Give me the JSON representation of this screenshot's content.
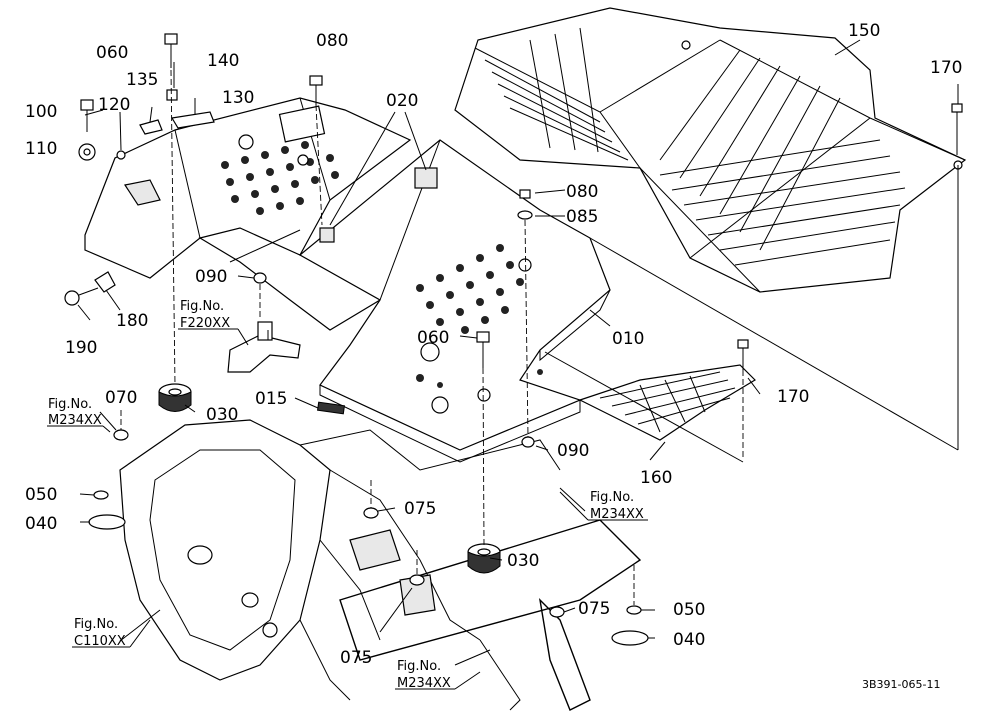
{
  "parts": {
    "p060a": "060",
    "p140": "140",
    "p135": "135",
    "p130": "130",
    "p100": "100",
    "p120": "120",
    "p110": "110",
    "p080a": "080",
    "p020": "020",
    "p150": "150",
    "p170a": "170",
    "p080b": "080",
    "p085": "085",
    "p090a": "090",
    "p190": "190",
    "p180": "180",
    "p010": "010",
    "p060b": "060",
    "p070": "070",
    "p030a": "030",
    "p015": "015",
    "p170b": "170",
    "p090b": "090",
    "p160": "160",
    "p050a": "050",
    "p040a": "040",
    "p075a": "075",
    "p030b": "030",
    "p075b": "075",
    "p075c": "075",
    "p050b": "050",
    "p040b": "040"
  },
  "figrefs": {
    "f220": {
      "line1": "Fig.No.",
      "line2": "F220XX"
    },
    "m234a": {
      "line1": "Fig.No.",
      "line2": "M234XX"
    },
    "m234b": {
      "line1": "Fig.No.",
      "line2": "M234XX"
    },
    "c110": {
      "line1": "Fig.No.",
      "line2": "C110XX"
    },
    "m234c": {
      "line1": "Fig.No.",
      "line2": "M234XX"
    }
  },
  "drawing_number": "3B391-065-11"
}
